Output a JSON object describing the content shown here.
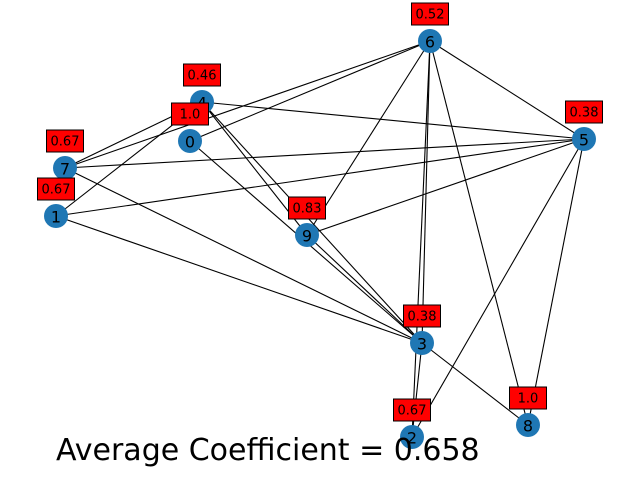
{
  "colors": {
    "node": "#1f77b4",
    "label_box": "#ff0000",
    "edge": "#000000"
  },
  "nodes": [
    {
      "id": "0",
      "coefficient": "1.0"
    },
    {
      "id": "1",
      "coefficient": "0.67"
    },
    {
      "id": "2",
      "coefficient": "0.67"
    },
    {
      "id": "3",
      "coefficient": "0.38"
    },
    {
      "id": "4",
      "coefficient": "0.46"
    },
    {
      "id": "5",
      "coefficient": "0.38"
    },
    {
      "id": "6",
      "coefficient": "0.52"
    },
    {
      "id": "7",
      "coefficient": "0.67"
    },
    {
      "id": "8",
      "coefficient": "1.0"
    },
    {
      "id": "9",
      "coefficient": "0.83"
    }
  ],
  "edges": [
    [
      "4",
      "7"
    ],
    [
      "4",
      "1"
    ],
    [
      "4",
      "9"
    ],
    [
      "4",
      "3"
    ],
    [
      "4",
      "5"
    ],
    [
      "0",
      "6"
    ],
    [
      "0",
      "3"
    ],
    [
      "6",
      "5"
    ],
    [
      "6",
      "7"
    ],
    [
      "6",
      "9"
    ],
    [
      "6",
      "3"
    ],
    [
      "6",
      "2"
    ],
    [
      "6",
      "8"
    ],
    [
      "7",
      "5"
    ],
    [
      "7",
      "3"
    ],
    [
      "1",
      "5"
    ],
    [
      "1",
      "3"
    ],
    [
      "5",
      "9"
    ],
    [
      "5",
      "8"
    ],
    [
      "5",
      "2"
    ],
    [
      "9",
      "3"
    ],
    [
      "3",
      "8"
    ],
    [
      "3",
      "2"
    ]
  ],
  "caption": "Average Coefficient = 0.658"
}
